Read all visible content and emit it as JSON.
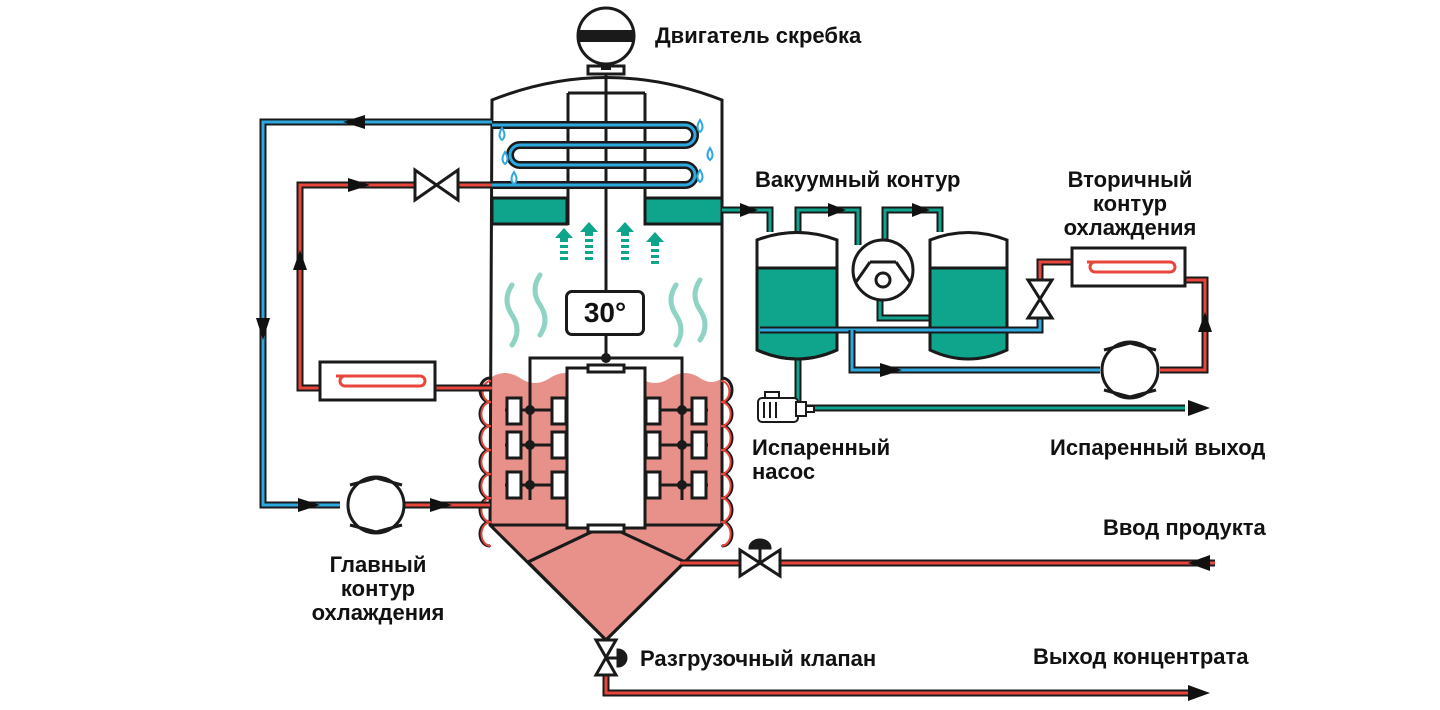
{
  "labels": {
    "scraper_motor": "Двигатель скребка",
    "vacuum_circuit": "Вакуумный контур",
    "secondary_cooling": [
      "Вторичный",
      "контур",
      "охлаждения"
    ],
    "main_cooling": [
      "Главный",
      "контур",
      "охлаждения"
    ],
    "evap_pump": [
      "Испаренный",
      "насос"
    ],
    "evap_outlet": "Испаренный выход",
    "product_inlet": "Ввод продукта",
    "discharge_valve": "Разгрузочный клапан",
    "concentrate_outlet": "Выход концентрата"
  },
  "temperature": "30°",
  "colors": {
    "hot_line": "#e8453c",
    "cold_line": "#2ea8e0",
    "vapor_line": "#1aa08a",
    "liquid_fill": "#e8908a",
    "condensate_fill": "#0fa48c",
    "outline": "#1a1a1a"
  }
}
